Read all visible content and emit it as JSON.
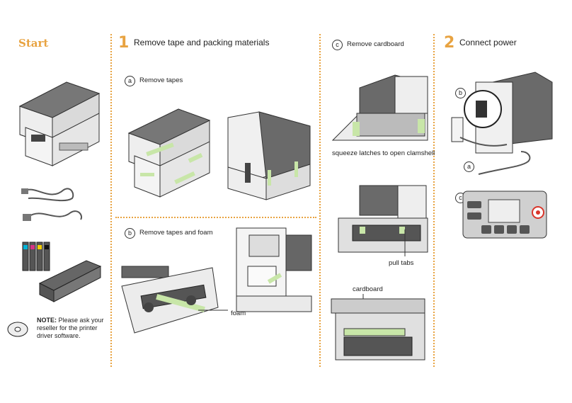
{
  "start": {
    "title": "Start"
  },
  "step1": {
    "number": "1",
    "title": "Remove tape and packing materials"
  },
  "step1a": {
    "letter": "a",
    "label": "Remove tapes"
  },
  "step1b": {
    "letter": "b",
    "label": "Remove tapes and foam",
    "callout_foam": "foam"
  },
  "step1c": {
    "letter": "c",
    "label": "Remove cardboard",
    "caption_latches": "squeeze latches to open clamshell",
    "caption_pulltabs": "pull tabs",
    "caption_cardboard": "cardboard"
  },
  "step2": {
    "number": "2",
    "title": "Connect power",
    "letters": [
      "b",
      "a",
      "c"
    ]
  },
  "note": {
    "label": "NOTE:",
    "text": "Please ask your reseller for the printer driver software."
  },
  "colors": {
    "accent": "#e8a341",
    "tape": "#c8e6a8",
    "printer_dark": "#5a5a5a",
    "power_red": "#d9362b"
  }
}
